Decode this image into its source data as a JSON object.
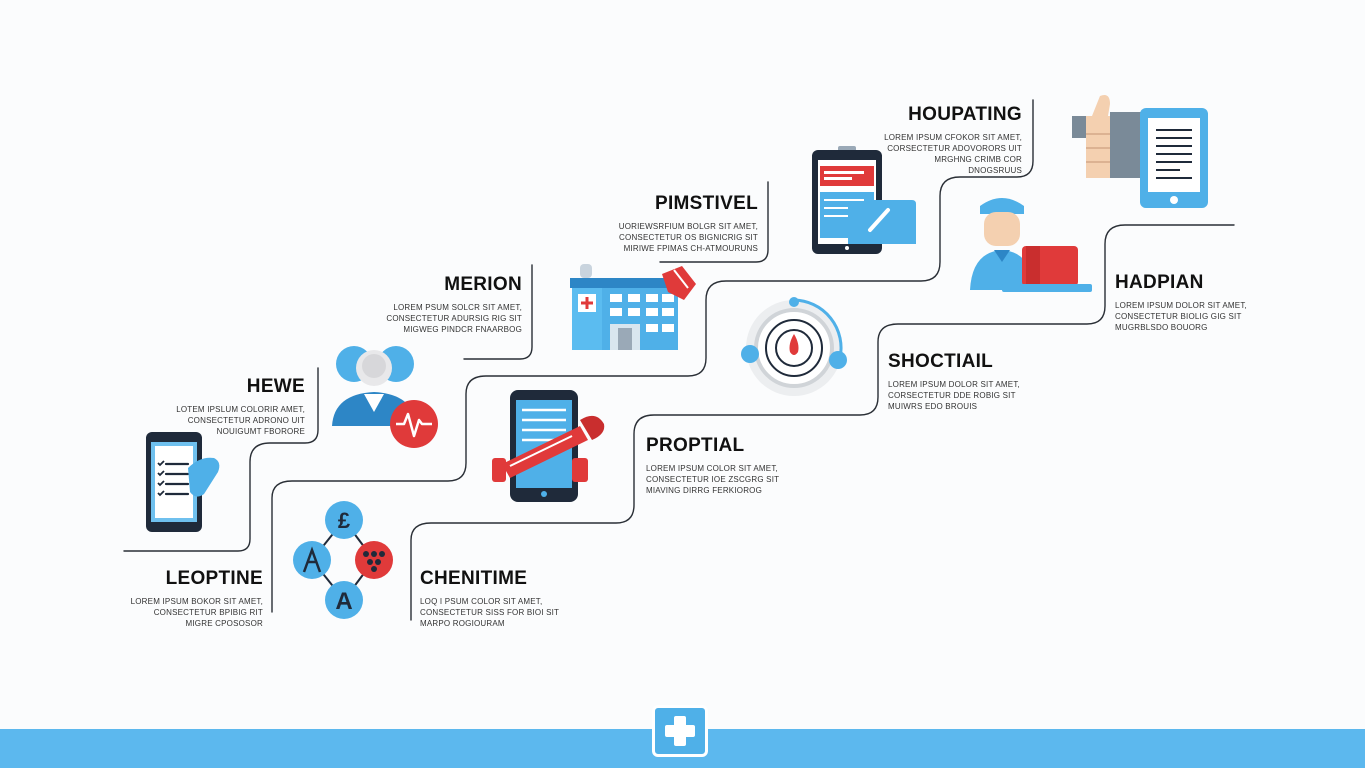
{
  "steps": [
    {
      "id": "houpating",
      "title": "HOUPATING",
      "lines": [
        "LOREM IPSUM CFOKOR SIT AMET,",
        "CORSECTETUR ADOVORORS UIT",
        "MRGHNG CRIMB COR DNOGSRUUS"
      ]
    },
    {
      "id": "pimstivel",
      "title": "PIMSTIVEL",
      "lines": [
        "UORIEWSRFIUM BOLGR SIT AMET,",
        "CONSECTETUR OS BIGNICRIG SIT",
        "MIRIWE FPIMAS CH-ATMOURUNS"
      ]
    },
    {
      "id": "merion",
      "title": "MERION",
      "lines": [
        "LOREM PSUM SOLCR SIT AMET,",
        "CONSECTETUR ADURSIG RIG SIT",
        "MIGWEG PINDCR FNAARBOG"
      ]
    },
    {
      "id": "hewe",
      "title": "HEWE",
      "lines": [
        "LOTEM IPSLUM COLORIR AMET,",
        "CONSECTETUR ADRONO UIT",
        "NOUIGUMT FBORORE"
      ]
    },
    {
      "id": "leoptine",
      "title": "LEOPTINE",
      "lines": [
        "LOREM IPSUM BOKOR SIT AMET,",
        "CONSECTETUR BPIBIG RIT",
        "MIGRE CPOSOSOR"
      ]
    },
    {
      "id": "chenitime",
      "title": "CHENITIME",
      "lines": [
        "LOQ I PSUM COLOR SIT AMET,",
        "CONSECTETUR SISS FOR BIOI SIT",
        "MARPO ROGIOURAM"
      ]
    },
    {
      "id": "proptial",
      "title": "PROPTIAL",
      "lines": [
        "LOREM IPSUM COLOR SIT AMET,",
        "CONSECTETUR IOE ZSCGRG SIT",
        "MIAVING DIRRG FERKIOROG"
      ]
    },
    {
      "id": "shoctiail",
      "title": "SHOCTIAIL",
      "lines": [
        "LOREM IPSUM DOLOR SIT AMET,",
        "CORSECTETUR DDE ROBIG SIT",
        "MUIWRS EDO BROUIS"
      ]
    },
    {
      "id": "hadpian",
      "title": "HADPIAN",
      "lines": [
        "LOREM IPSUM DOLOR SIT AMET,",
        "CONSECTETUR BIOLIG GIG SIT",
        "MUGRBLSDO BOUORG"
      ]
    }
  ],
  "colors": {
    "blue": "#4fb0e8",
    "darkblue": "#2d86c6",
    "red": "#e03a3a",
    "navy": "#1f2a3a",
    "skin": "#f4d0b0",
    "line": "#2a2f36"
  },
  "icons": [
    "phone-checklist-icon",
    "doctor-heartbeat-icon",
    "hospital-building-icon",
    "tablet-folder-icon",
    "thumbs-up-document-icon",
    "molecule-icon",
    "tablet-syringe-icon",
    "target-dial-icon",
    "surgeon-laptop-icon",
    "medical-cross-icon"
  ]
}
